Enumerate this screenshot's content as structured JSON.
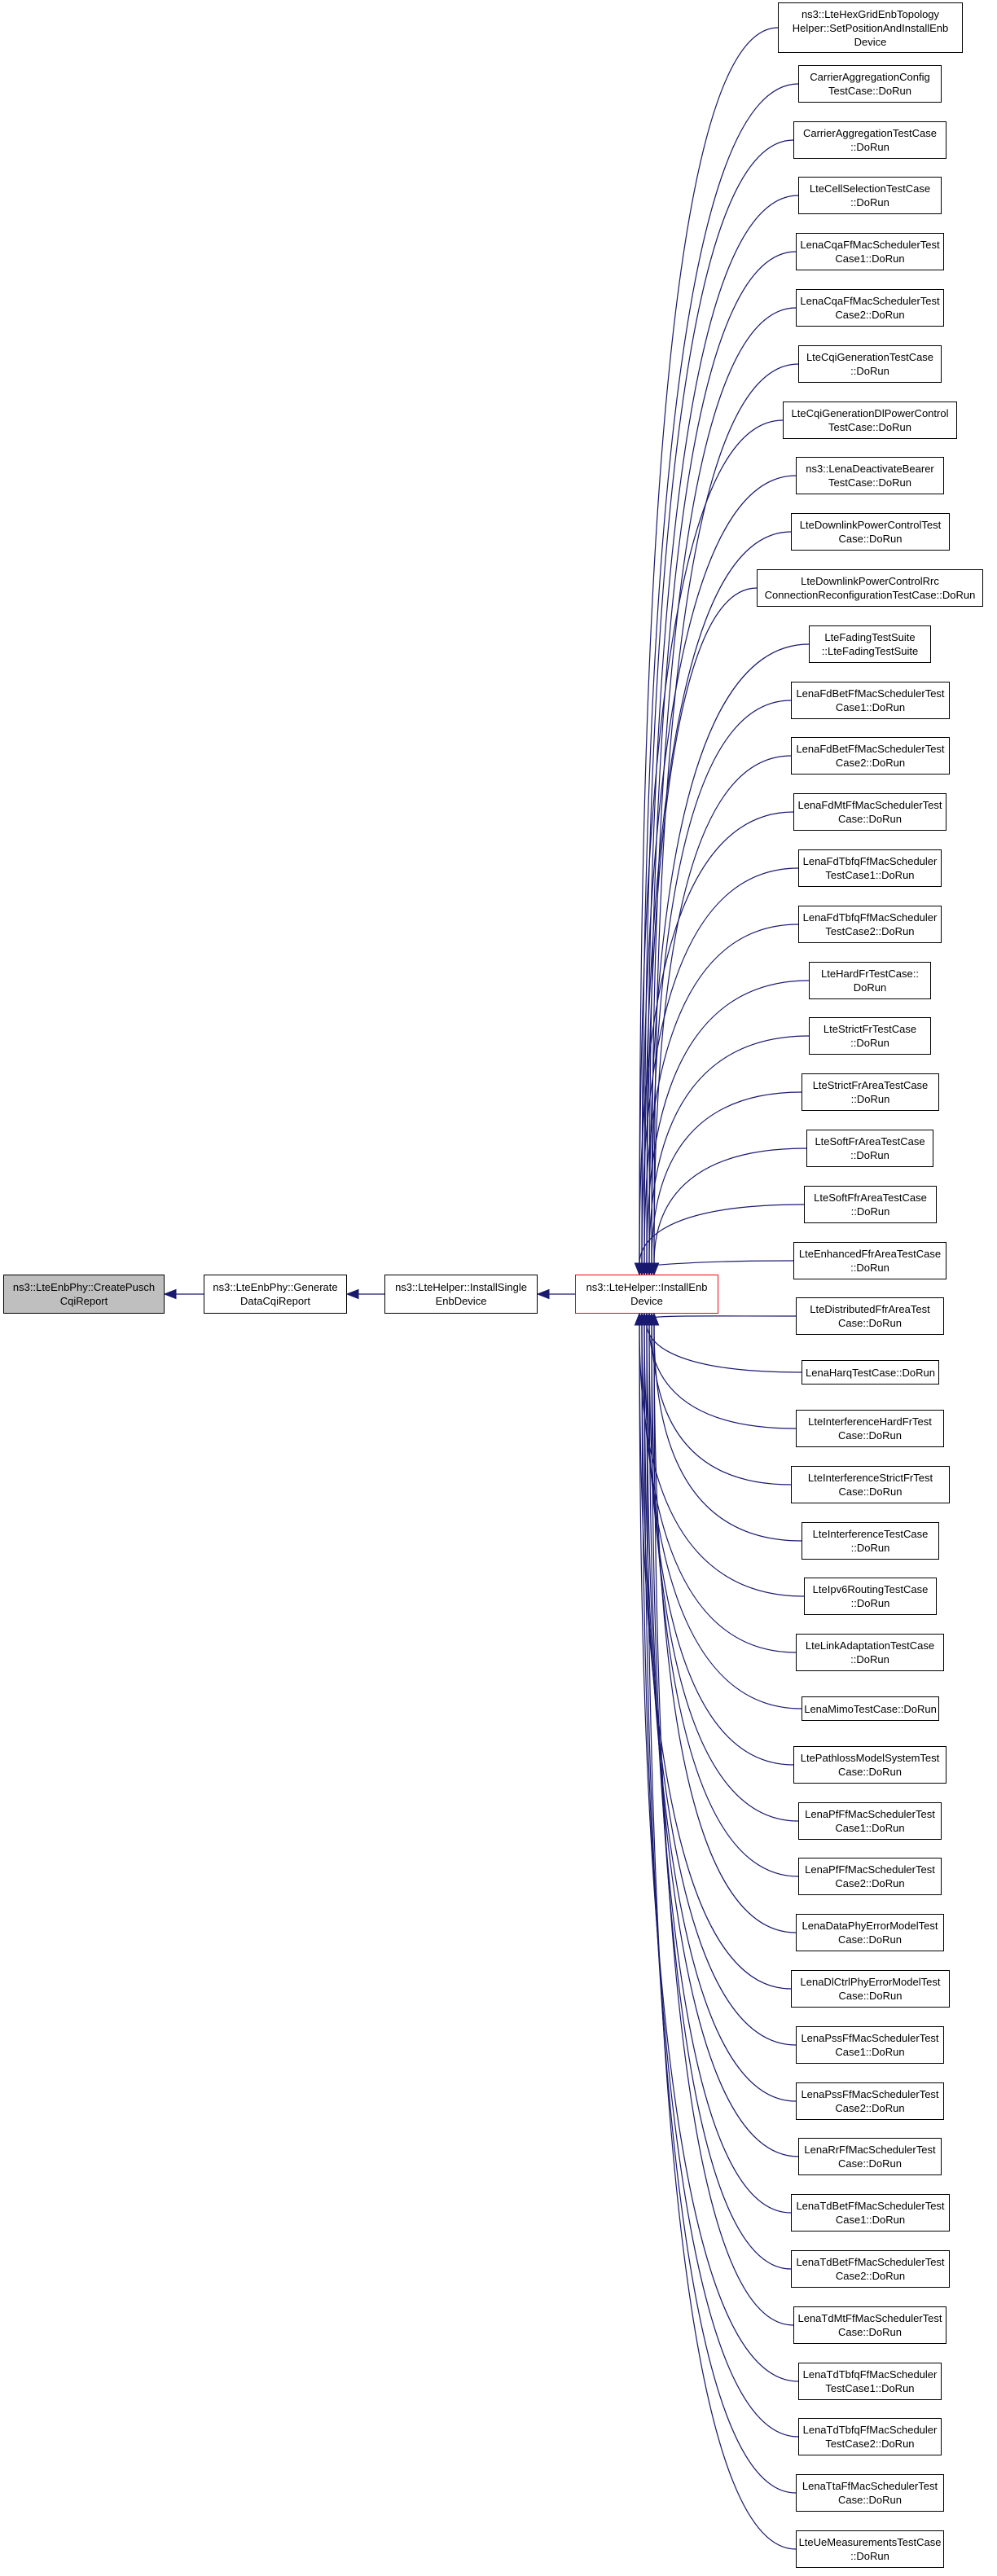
{
  "colors": {
    "edge": "#191970",
    "focus_fill": "#bfbfbf",
    "highlight_border": "#ff0000",
    "node_border": "#000000"
  },
  "chain": [
    {
      "id": "n0",
      "label": "ns3::LteEnbPhy::CreatePusch\nCqiReport",
      "style": "focus"
    },
    {
      "id": "n1",
      "label": "ns3::LteEnbPhy::Generate\nDataCqiReport",
      "style": "normal"
    },
    {
      "id": "n2",
      "label": "ns3::LteHelper::InstallSingle\nEnbDevice",
      "style": "normal"
    },
    {
      "id": "n3",
      "label": "ns3::LteHelper::InstallEnb\nDevice",
      "style": "highlight"
    }
  ],
  "callers": [
    {
      "label": "ns3::LteHexGridEnbTopology\nHelper::SetPositionAndInstallEnb\nDevice"
    },
    {
      "label": "CarrierAggregationConfig\nTestCase::DoRun"
    },
    {
      "label": "CarrierAggregationTestCase\n::DoRun"
    },
    {
      "label": "LteCellSelectionTestCase\n::DoRun"
    },
    {
      "label": "LenaCqaFfMacSchedulerTest\nCase1::DoRun"
    },
    {
      "label": "LenaCqaFfMacSchedulerTest\nCase2::DoRun"
    },
    {
      "label": "LteCqiGenerationTestCase\n::DoRun"
    },
    {
      "label": "LteCqiGenerationDlPowerControl\nTestCase::DoRun"
    },
    {
      "label": "ns3::LenaDeactivateBearer\nTestCase::DoRun"
    },
    {
      "label": "LteDownlinkPowerControlTest\nCase::DoRun"
    },
    {
      "label": "LteDownlinkPowerControlRrc\nConnectionReconfigurationTestCase::DoRun"
    },
    {
      "label": "LteFadingTestSuite\n::LteFadingTestSuite"
    },
    {
      "label": "LenaFdBetFfMacSchedulerTest\nCase1::DoRun"
    },
    {
      "label": "LenaFdBetFfMacSchedulerTest\nCase2::DoRun"
    },
    {
      "label": "LenaFdMtFfMacSchedulerTest\nCase::DoRun"
    },
    {
      "label": "LenaFdTbfqFfMacScheduler\nTestCase1::DoRun"
    },
    {
      "label": "LenaFdTbfqFfMacScheduler\nTestCase2::DoRun"
    },
    {
      "label": "LteHardFrTestCase::\nDoRun"
    },
    {
      "label": "LteStrictFrTestCase\n::DoRun"
    },
    {
      "label": "LteStrictFrAreaTestCase\n::DoRun"
    },
    {
      "label": "LteSoftFrAreaTestCase\n::DoRun"
    },
    {
      "label": "LteSoftFfrAreaTestCase\n::DoRun"
    },
    {
      "label": "LteEnhancedFfrAreaTestCase\n::DoRun"
    },
    {
      "label": "LteDistributedFfrAreaTest\nCase::DoRun"
    },
    {
      "label": "LenaHarqTestCase::DoRun"
    },
    {
      "label": "LteInterferenceHardFrTest\nCase::DoRun"
    },
    {
      "label": "LteInterferenceStrictFrTest\nCase::DoRun"
    },
    {
      "label": "LteInterferenceTestCase\n::DoRun"
    },
    {
      "label": "LteIpv6RoutingTestCase\n::DoRun"
    },
    {
      "label": "LteLinkAdaptationTestCase\n::DoRun"
    },
    {
      "label": "LenaMimoTestCase::DoRun"
    },
    {
      "label": "LtePathlossModelSystemTest\nCase::DoRun"
    },
    {
      "label": "LenaPfFfMacSchedulerTest\nCase1::DoRun"
    },
    {
      "label": "LenaPfFfMacSchedulerTest\nCase2::DoRun"
    },
    {
      "label": "LenaDataPhyErrorModelTest\nCase::DoRun"
    },
    {
      "label": "LenaDlCtrlPhyErrorModelTest\nCase::DoRun"
    },
    {
      "label": "LenaPssFfMacSchedulerTest\nCase1::DoRun"
    },
    {
      "label": "LenaPssFfMacSchedulerTest\nCase2::DoRun"
    },
    {
      "label": "LenaRrFfMacSchedulerTest\nCase::DoRun"
    },
    {
      "label": "LenaTdBetFfMacSchedulerTest\nCase1::DoRun"
    },
    {
      "label": "LenaTdBetFfMacSchedulerTest\nCase2::DoRun"
    },
    {
      "label": "LenaTdMtFfMacSchedulerTest\nCase::DoRun"
    },
    {
      "label": "LenaTdTbfqFfMacScheduler\nTestCase1::DoRun"
    },
    {
      "label": "LenaTdTbfqFfMacScheduler\nTestCase2::DoRun"
    },
    {
      "label": "LenaTtaFfMacSchedulerTest\nCase::DoRun"
    },
    {
      "label": "LteUeMeasurementsTestCase\n::DoRun"
    }
  ]
}
